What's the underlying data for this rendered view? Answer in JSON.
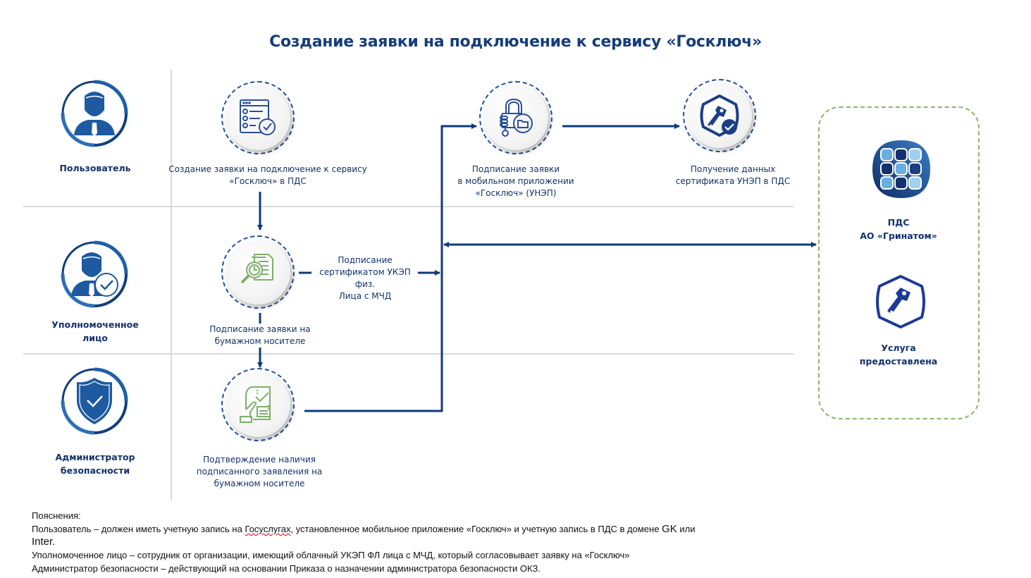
{
  "title": "Создание заявки на подключение к сервису «Госключ»",
  "roles": [
    {
      "label_line1": "Пользователь",
      "label_line2": "",
      "icon": "user-icon"
    },
    {
      "label_line1": "Уполномоченное",
      "label_line2": "лицо",
      "icon": "authorized-user-check-icon"
    },
    {
      "label_line1": "Администратор",
      "label_line2": "безопасности",
      "icon": "shield-check-icon"
    }
  ],
  "steps": {
    "create_request": {
      "line1": "Создание заявки на подключение к сервису",
      "line2": "«Госключ» в ПДС",
      "icon": "checklist-form-icon"
    },
    "sign_mobile": {
      "line1": "Подписание заявки",
      "line2": "в мобильном приложении",
      "line3": "«Госключ» (УНЭП)",
      "icon": "lock-folder-icon"
    },
    "get_certificate": {
      "line1": "Получение данных",
      "line2": "сертификата УНЭП в ПДС",
      "icon": "key-check-icon"
    },
    "sign_paper": {
      "line1": "Подписание заявки на",
      "line2": "бумажном носителе",
      "icon": "document-magnifier-icon"
    },
    "confirm_paper": {
      "line1": "Подтверждение наличия",
      "line2": "подписанного заявления на",
      "line3": "бумажном носителе",
      "icon": "hand-document-check-icon"
    }
  },
  "connector_label": {
    "line1": "Подписание",
    "line2": "сертификатом УКЭП физ.",
    "line3": "Лица с МЧД"
  },
  "pds": {
    "line1": "ПДС",
    "line2": "АО «Гринатом»",
    "icon": "app-grid-icon"
  },
  "service": {
    "line1": "Услуга",
    "line2": "предоставлена",
    "icon": "key-hexagon-icon"
  },
  "notes": {
    "heading": "Пояснения:",
    "user_a": "Пользователь – должен иметь учетную запись на ",
    "user_link": "Госуслугах",
    "user_b": ", установленное мобильное приложение «Госключ» и учетную запись в ПДС в домене ",
    "user_gk": "GK",
    "user_c": " или",
    "user_inter": "Inter.",
    "authorized": "Уполномоченное лицо – сотрудник от организации, имеющий облачный УКЭП ФЛ лица с МЧД, который согласовывает заявку на «Госключ»",
    "admin": "Администратор безопасности – действующий на основании Приказа о назначении администратора безопасности ОКЗ."
  },
  "colors": {
    "navy": "#0f3a7a",
    "blue": "#1f5fa8",
    "green": "#7fb069",
    "grid": "#d9d9d9",
    "dashed_green": "#8db56a"
  }
}
